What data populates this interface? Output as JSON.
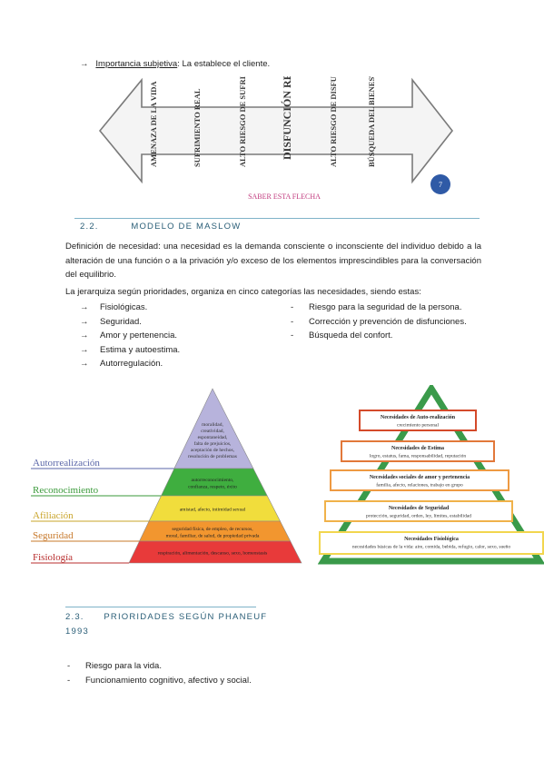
{
  "intro": {
    "label": "Importancia subjetiva",
    "rest": ": La establece el cliente."
  },
  "arrow_figure": {
    "labels": [
      "AMENAZA DE LA VIDA",
      "SUFRIMIENTO REAL",
      "ALTO RIESGO DE SUFRIMIENTO",
      "DISFUNCIÓN REAL",
      "ALTO RIESGO DE DISFUNCIÓN",
      "BÚSQUEDA DEL BIENESTAR"
    ],
    "caption": "SABER ESTA FLECHA",
    "badge": "7",
    "badge_color": "#2f5aa6",
    "caption_color": "#c0397d"
  },
  "section22": {
    "number": "2.2.",
    "title": "MODELO DE MASLOW"
  },
  "definition": "Definición de necesidad: una necesidad es la demanda consciente o inconsciente del individuo debido a la alteración de una función o a la privación y/o exceso de los elementos imprescindibles para la conversación del equilibrio.",
  "hierarchy_intro": "La jerarquiza según prioridades, organiza en cinco categorías las necesidades, siendo estas:",
  "arrow_glyph": "→",
  "dash_glyph": "-",
  "list_left": [
    "Fisiológicas.",
    "Seguridad.",
    "Amor y pertenencia.",
    "Estima y autoestima.",
    "Autorregulación."
  ],
  "list_right": [
    "Riesgo para la seguridad de la persona.",
    "Corrección y prevención de disfunciones.",
    "Búsqueda del confort."
  ],
  "pyramid1": {
    "levels": [
      {
        "label": "Autorrealización",
        "color": "#5a66a8",
        "fill": "#b7b3dc",
        "text": [
          "moralidad,",
          "creatividad,",
          "espontaneidad,",
          "falta de prejuicios,",
          "aceptación de hechos,",
          "resolución de problemas"
        ]
      },
      {
        "label": "Reconocimiento",
        "color": "#3a9a3a",
        "fill": "#3fae3f",
        "text": [
          "autorreconocimiento,",
          "confianza, respeto, éxito"
        ]
      },
      {
        "label": "Afiliación",
        "color": "#c9a42a",
        "fill": "#f1dd3c",
        "text": [
          "amistad, afecto, intimidad sexual"
        ]
      },
      {
        "label": "Seguridad",
        "color": "#c7782a",
        "fill": "#f2962f",
        "text": [
          "seguridad física, de empleo, de recursos,",
          "moral, familiar, de salud, de propiedad privada"
        ]
      },
      {
        "label": "Fisiología",
        "color": "#b82e2e",
        "fill": "#e83a3a",
        "text": [
          "respiración, alimentación, descanso, sexo, homeostasis"
        ]
      }
    ]
  },
  "pyramid2": {
    "tri_color": "#3a9a4a",
    "boxes": [
      {
        "title": "Necesidades de Auto-realización",
        "text": "crecimiento personal",
        "border": "#d44a2a"
      },
      {
        "title": "Necesidades de Estima",
        "text": "logro, estatus, fama, responsabilidad, reputación",
        "border": "#e2783a"
      },
      {
        "title": "Necesidades sociales de amor y pertenencia",
        "text": "familia, afecto, relaciones, trabajo en grupo",
        "border": "#ee9a42"
      },
      {
        "title": "Necesidades de Seguridad",
        "text": "protección, seguridad, orden, ley, límites, estabilidad",
        "border": "#f0b24a"
      },
      {
        "title": "Necesidades Fisiológica",
        "text": "necesidades básicas de la vida: aire, comida, bebida, refugio, calor, sexo, sueño",
        "border": "#f2d64e"
      }
    ]
  },
  "section23": {
    "number": "2.3.",
    "title": "PRIORIDADES SEGÚN PHANEUF",
    "year": "1993"
  },
  "list23": [
    "Riesgo para la vida.",
    "Funcionamiento cognitivo, afectivo y social."
  ]
}
